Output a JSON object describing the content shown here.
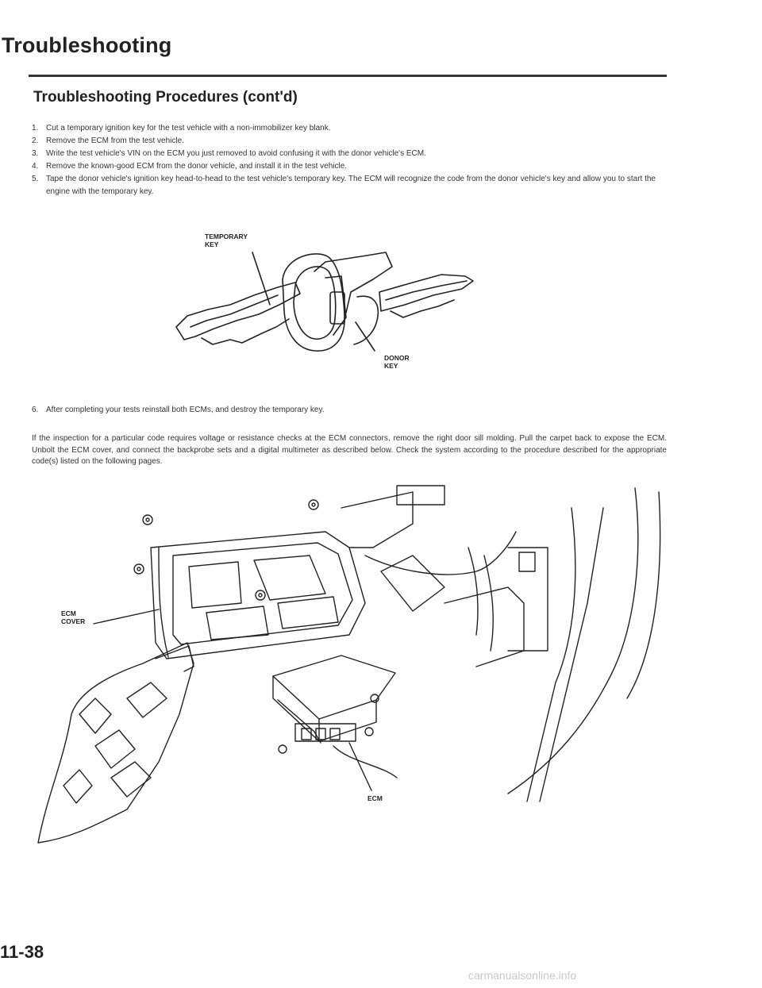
{
  "header": {
    "title": "Troubleshooting"
  },
  "section": {
    "title": "Troubleshooting Procedures (cont'd)"
  },
  "steps": [
    {
      "num": "1.",
      "text": "Cut a temporary ignition key for the test vehicle with a non-immobilizer key blank."
    },
    {
      "num": "2.",
      "text": "Remove the ECM from the test vehicle."
    },
    {
      "num": "3.",
      "text": "Write the test vehicle's VIN on the ECM you just removed to avoid confusing it with the donor vehicle's ECM."
    },
    {
      "num": "4.",
      "text": "Remove the known-good ECM from the donor vehicle, and install it in the test vehicle."
    },
    {
      "num": "5.",
      "text": "Tape the donor vehicle's ignition key head-to-head to the test vehicle's temporary key. The ECM will recognize the code from the donor vehicle's key and allow you to start the engine with the temporary key."
    }
  ],
  "key_figure": {
    "temporary_key_label": [
      "TEMPORARY",
      "KEY"
    ],
    "donor_key_label": [
      "DONOR",
      "KEY"
    ]
  },
  "step6": {
    "num": "6.",
    "text": "After completing your tests reinstall both ECMs, and destroy the temporary key."
  },
  "paragraph": "If the inspection for a particular code requires voltage or resistance checks at the ECM connectors, remove the right door sill molding. Pull the carpet back to expose the ECM. Unbolt the ECM cover, and connect the backprobe sets and a digital multimeter as described below. Check the system according to the procedure described for the appropriate code(s) listed on the following pages.",
  "ecm_figure": {
    "ecm_cover_label": [
      "ECM",
      "COVER"
    ],
    "ecm_label": "ECM"
  },
  "footer": {
    "page_number": "11-38",
    "watermark": "carmanualsonline.info"
  }
}
